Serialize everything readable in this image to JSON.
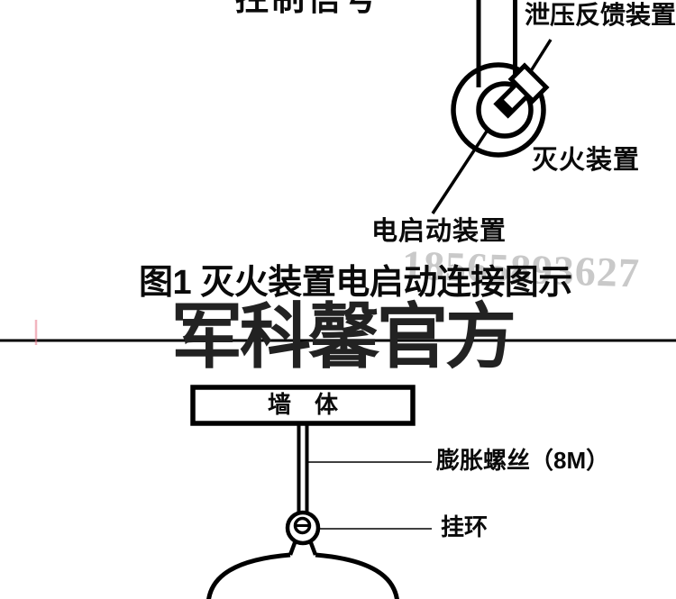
{
  "colors": {
    "ink": "#000000",
    "phone_watermark": "#c9c9c9",
    "brand_watermark": "#222222",
    "highlight_mark": "#e8798b"
  },
  "top_diagram": {
    "control_signal": "控制信号",
    "relief_feedback_device": "泄压反馈装置",
    "extinguisher_device": "灭火装置",
    "electric_start_device": "电启动装置"
  },
  "caption": "图1  灭火装置电启动连接图示",
  "watermarks": {
    "phone": "18565893627",
    "brand": "军科馨官方"
  },
  "bottom_diagram": {
    "wall": "墙　体",
    "expansion_screw": "膨胀螺丝（8M）",
    "hanging_ring": "挂环"
  }
}
